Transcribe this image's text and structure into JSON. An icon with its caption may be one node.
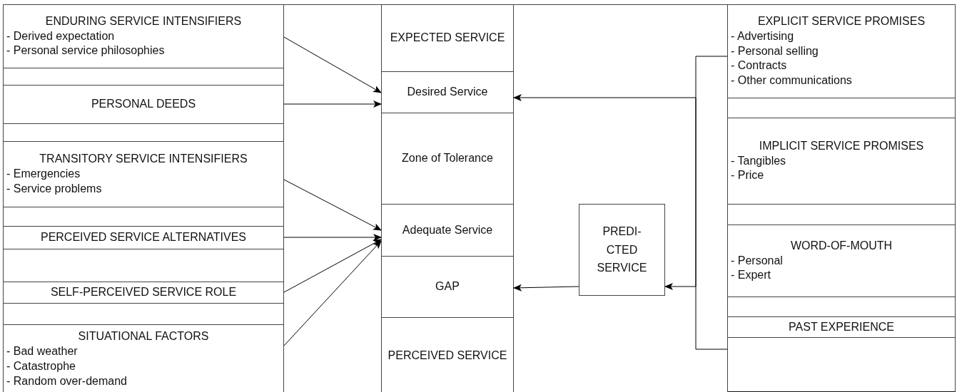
{
  "diagram": {
    "nodes": [
      {
        "text": [
          "ENDURING SERVICE INTENSIFIERS",
          "- Derived expectation",
          "- Personal service philosophies"
        ]
      },
      {
        "text": [
          "PERSONAL DEEDS"
        ]
      },
      {
        "text": [
          "TRANSITORY SERVICE INTENSIFIERS",
          "- Emergencies",
          "- Service problems"
        ]
      },
      {
        "text": [
          "PERCEIVED SERVICE ALTERNATIVES"
        ]
      },
      {
        "text": [
          "SELF-PERCEIVED SERVICE ROLE"
        ]
      },
      {
        "text": [
          "SITUATIONAL FACTORS",
          "- Bad weather",
          "- Catastrophe",
          "- Random over-demand"
        ]
      },
      {
        "text": [
          "EXPECTED SERVICE"
        ]
      },
      {
        "text": [
          "Desired Service"
        ]
      },
      {
        "text": [
          "Zone of Tolerance"
        ]
      },
      {
        "text": [
          "Adequate Service"
        ]
      },
      {
        "text": [
          "GAP"
        ]
      },
      {
        "text": [
          "PERCEIVED SERVICE"
        ]
      },
      {
        "text": [
          "PREDI- CTED SERVICE"
        ]
      },
      {
        "text": [],
        "shape": "box"
      },
      {
        "text": [
          "EXPLICIT SERVICE PROMISES",
          "- Advertising",
          "- Personal selling",
          "- Contracts",
          "- Other communications"
        ],
        "in": 13
      },
      {
        "text": [
          "IMPLICIT SERVICE PROMISES",
          "- Tangibles",
          "- Price"
        ],
        "in": 13
      },
      {
        "text": [
          "WORD-OF-MOUTH",
          "- Personal",
          "- Expert"
        ],
        "in": 13
      },
      {
        "text": [
          "PAST EXPERIENCE"
        ],
        "in": 13
      }
    ],
    "edges": [
      {
        "from": 0,
        "to": 7,
        "arrow": "to"
      },
      {
        "from": 1,
        "to": 7,
        "arrow": "to"
      },
      {
        "from": 2,
        "to": 9,
        "arrow": "to"
      },
      {
        "from": 3,
        "to": 9,
        "arrow": "to"
      },
      {
        "from": 4,
        "to": 9,
        "arrow": "to"
      },
      {
        "from": 5,
        "to": 9,
        "arrow": "to"
      },
      {
        "from": 13,
        "to": 7,
        "arrow": "to"
      },
      {
        "from": 13,
        "to": 12,
        "arrow": "to"
      },
      {
        "from": 12,
        "to": 10,
        "arrow": "to"
      }
    ]
  }
}
